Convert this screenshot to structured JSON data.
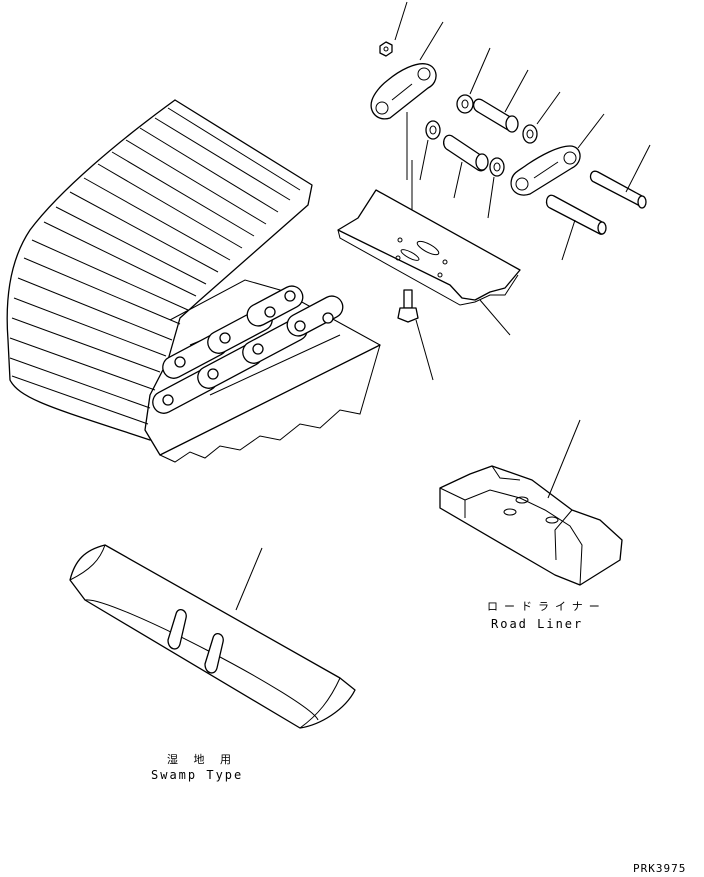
{
  "labels": {
    "road_liner_jp": "ロードライナー",
    "road_liner_en": "Road Liner",
    "swamp_jp": "湿 地 用",
    "swamp_en": "Swamp Type",
    "figure_code": "PRK3975"
  }
}
